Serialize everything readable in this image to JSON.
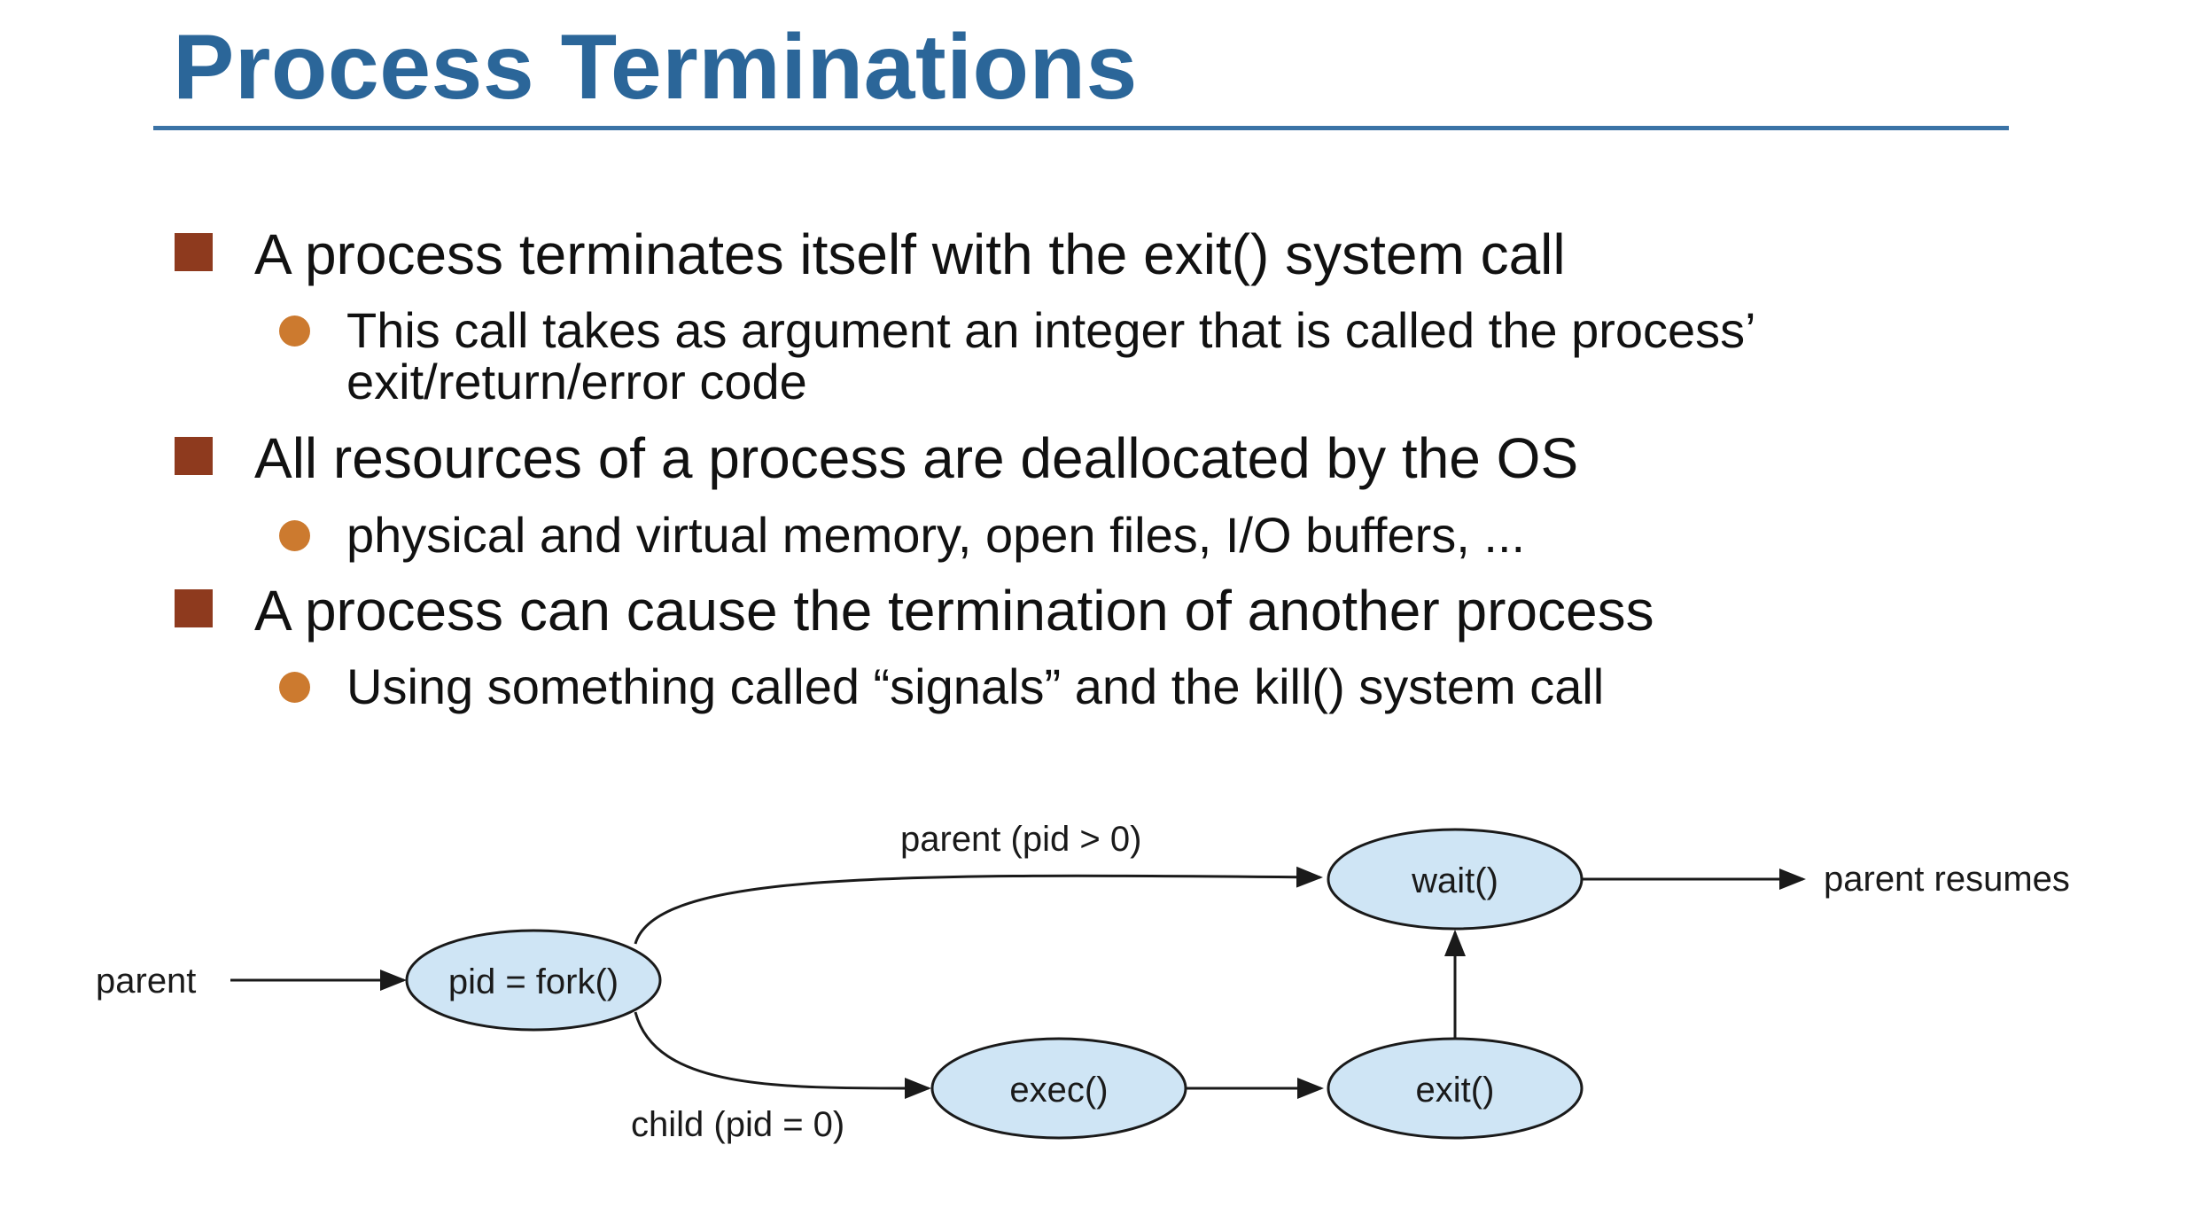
{
  "slide": {
    "title": "Process Terminations"
  },
  "bullets": [
    {
      "text": "A process terminates itself with the exit() system call"
    },
    {
      "text": "This call takes as argument an integer that is called the process’",
      "text2": "exit/return/error code"
    },
    {
      "text": "All resources of a process are deallocated by the OS"
    },
    {
      "text": "physical and virtual memory, open files, I/O buffers, ..."
    },
    {
      "text": "A process can cause the termination of another process"
    },
    {
      "text": "Using something called “signals” and the kill() system call"
    }
  ],
  "diagram": {
    "nodes": {
      "fork": "pid = fork()",
      "exec": "exec()",
      "exit": "exit()",
      "wait": "wait()"
    },
    "labels": {
      "parent": "parent",
      "parent_branch": "parent (pid > 0)",
      "child_branch": "child (pid = 0)",
      "parent_resumes": "parent resumes"
    },
    "colors": {
      "node_fill": "#cfe5f5",
      "node_stroke": "#1a1a1a"
    }
  }
}
